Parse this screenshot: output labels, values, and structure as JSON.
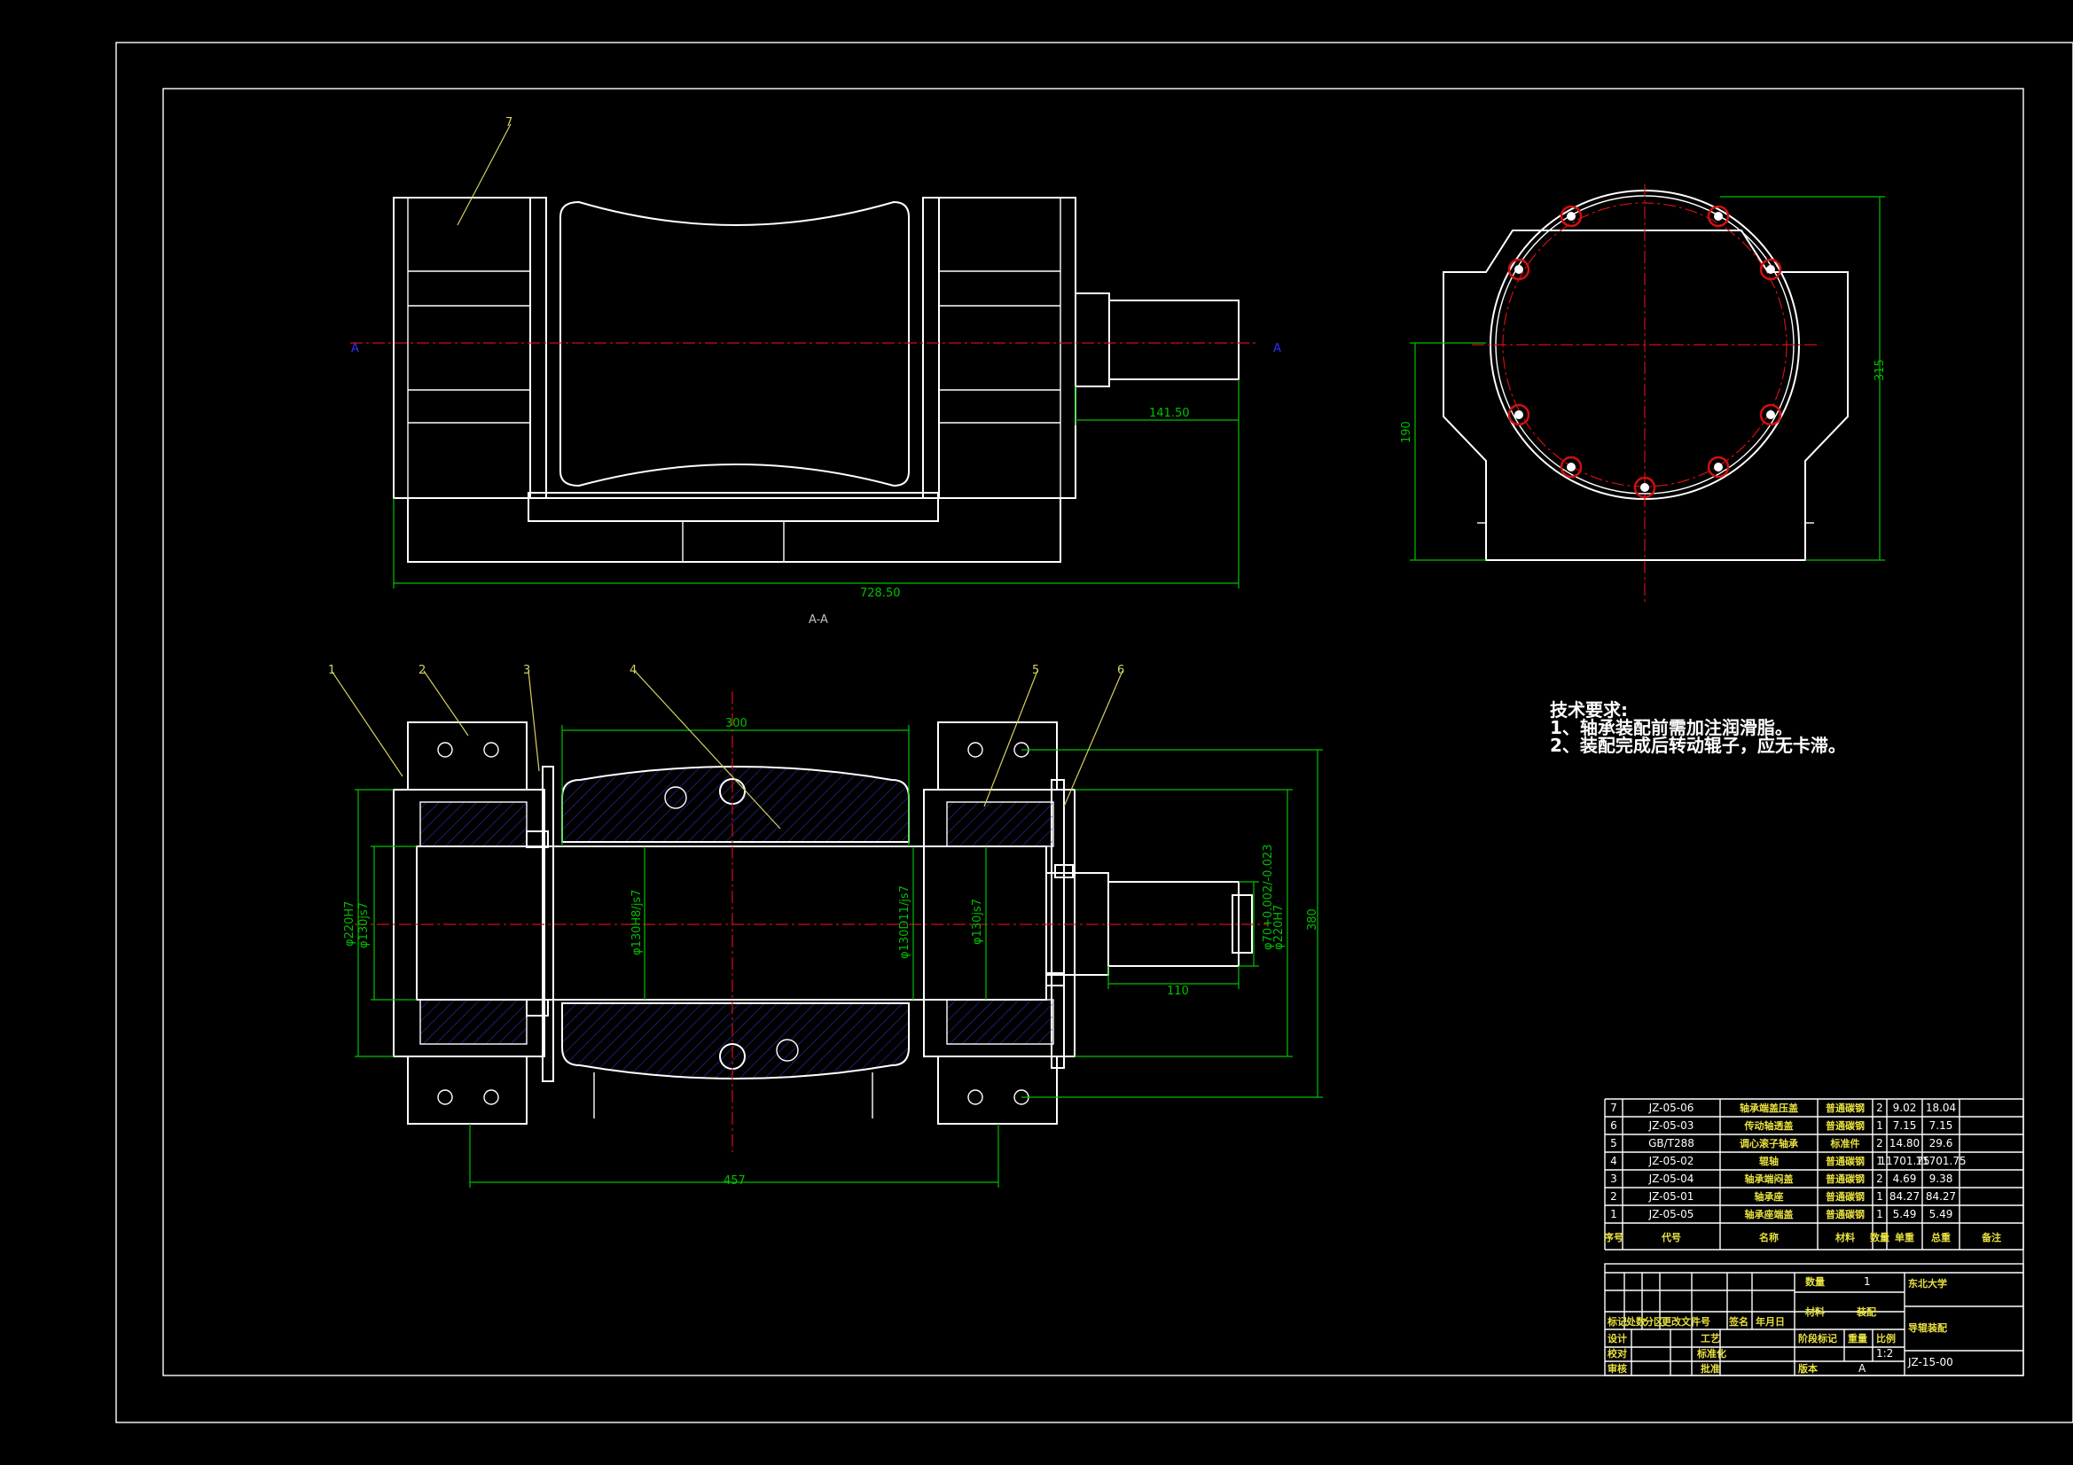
{
  "section_label": "A-A",
  "section_marks": {
    "left": "A",
    "right": "A"
  },
  "balloons": [
    "1",
    "2",
    "3",
    "4",
    "5",
    "6",
    "7"
  ],
  "dimensions": {
    "top_shaft_len": "141.50",
    "top_total": "728.50",
    "side_width": "315",
    "side_height": "190",
    "bot_center": "300",
    "bot_bolt": "457",
    "bot_shaft": "110",
    "d1": "φ220H7",
    "d2": "φ130js7",
    "d3": "φ130H8/js7",
    "d4": "φ130D11/js7",
    "d5": "φ130js7",
    "d6": "φ220H7",
    "d7": "380",
    "d8": "φ70+0.002/-0.023"
  },
  "tech_requirements": {
    "heading": "技术要求:",
    "lines": [
      "1、轴承装配前需加注润滑脂。",
      "2、装配完成后转动辊子，应无卡滞。"
    ]
  },
  "bom": {
    "rows": [
      {
        "no": "7",
        "code": "JZ-05-06",
        "name": "轴承端盖压盖",
        "material": "普通碳钢",
        "qty": "2",
        "unit": "9.02",
        "total": "18.04",
        "note": ""
      },
      {
        "no": "6",
        "code": "JZ-05-03",
        "name": "传动轴透盖",
        "material": "普通碳钢",
        "qty": "1",
        "unit": "7.15",
        "total": "7.15",
        "note": ""
      },
      {
        "no": "5",
        "code": "GB/T288",
        "name": "调心滚子轴承",
        "material": "标准件",
        "qty": "2",
        "unit": "14.80",
        "total": "29.6",
        "note": ""
      },
      {
        "no": "4",
        "code": "JZ-05-02",
        "name": "辊轴",
        "material": "普通碳钢",
        "qty": "1",
        "unit": "11701.75",
        "total": "11701.75",
        "note": ""
      },
      {
        "no": "3",
        "code": "JZ-05-04",
        "name": "轴承端闷盖",
        "material": "普通碳钢",
        "qty": "2",
        "unit": "4.69",
        "total": "9.38",
        "note": ""
      },
      {
        "no": "2",
        "code": "JZ-05-01",
        "name": "轴承座",
        "material": "普通碳钢",
        "qty": "1",
        "unit": "84.27",
        "total": "84.27",
        "note": ""
      },
      {
        "no": "1",
        "code": "JZ-05-05",
        "name": "轴承座端盖",
        "material": "普通碳钢",
        "qty": "1",
        "unit": "5.49",
        "total": "5.49",
        "note": ""
      }
    ],
    "header": {
      "no": "序号",
      "code": "代号",
      "name": "名称",
      "material": "材料",
      "qty": "数量",
      "unit": "单重",
      "total": "总重",
      "note": "备注"
    }
  },
  "title_block": {
    "qty_label": "数量",
    "qty_value": "1",
    "school": "东北大学",
    "material_label": "材料",
    "material_value": "装配",
    "drawing_name": "导辊装配",
    "mark": "标记",
    "count": "处数",
    "zone": "分区",
    "change_doc": "更改文件号",
    "sign": "签名",
    "date": "年月日",
    "design": "设计",
    "process": "工艺",
    "stage_mark": "阶段标记",
    "weight": "重量",
    "scale": "比例",
    "scale_value": "1:2",
    "check": "校对",
    "standardize": "标准化",
    "approve": "审核",
    "approve2": "批准",
    "version": "版本",
    "version_value": "A",
    "drawing_no": "JZ-15-00"
  },
  "colors": {
    "line": "#ffffff",
    "dim": "#00c000",
    "center": "#d01010",
    "leader": "#d8d060",
    "hatch": "#3030b0"
  }
}
